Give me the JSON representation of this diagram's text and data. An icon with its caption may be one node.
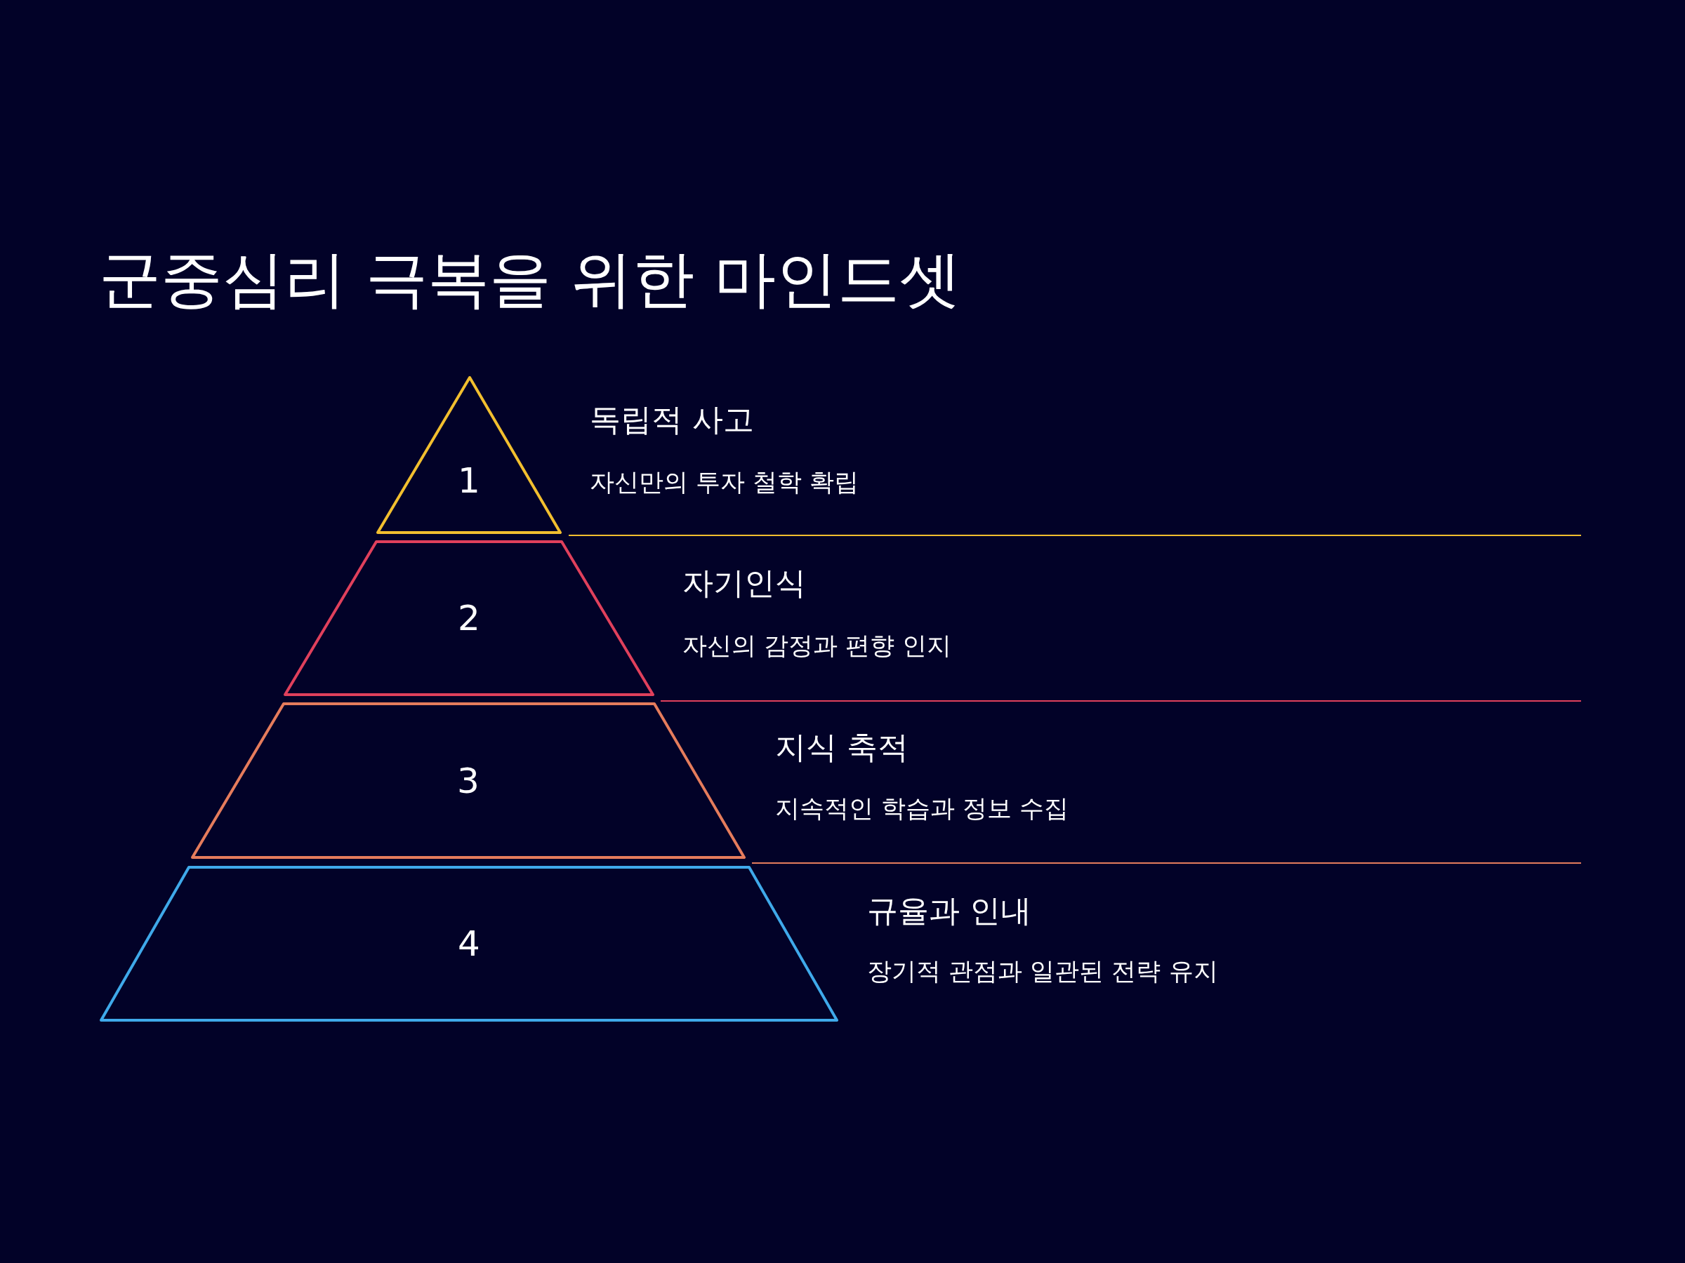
{
  "diagram": {
    "title": "군중심리 극복을 위한 마인드셋",
    "nodes": [
      {
        "text": [
          "1"
        ],
        "beside": [
          "독립적 사고",
          "자신만의 투자 철학 확립"
        ]
      },
      {
        "text": [
          "2"
        ],
        "beside": [
          "자기인식",
          "자신의 감정과 편향 인지"
        ]
      },
      {
        "text": [
          "3"
        ],
        "beside": [
          "지식 축적",
          "지속적인 학습과 정보 수집"
        ]
      },
      {
        "text": [
          "4"
        ],
        "beside": [
          "규율과 인내",
          "장기적 관점과 일관된 전략 유지"
        ]
      }
    ]
  }
}
